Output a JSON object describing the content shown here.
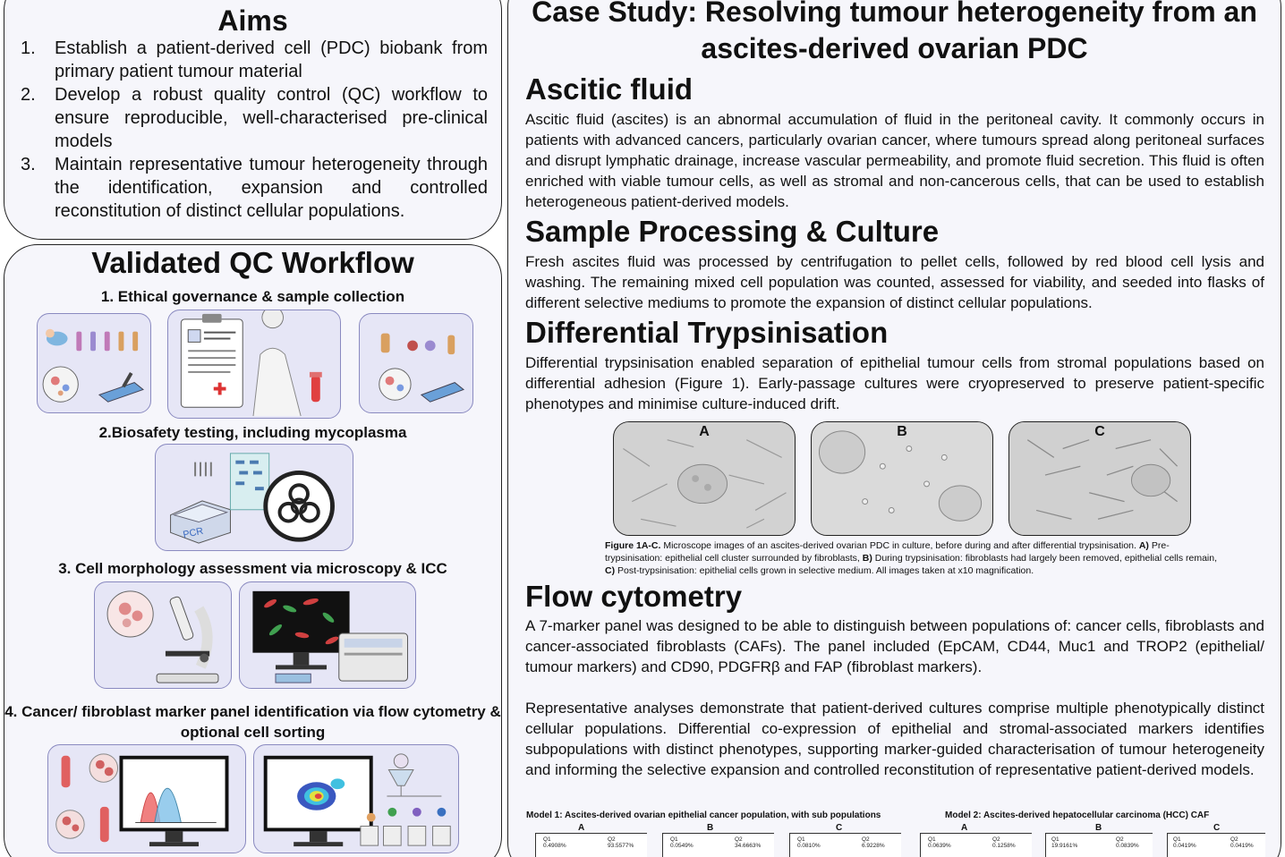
{
  "aims": {
    "title": "Aims",
    "items": [
      {
        "num": "1.",
        "text": "Establish a patient-derived cell (PDC) biobank from primary patient tumour material"
      },
      {
        "num": "2.",
        "text": "Develop a robust quality control (QC) workflow to ensure reproducible, well-characterised pre-clinical models"
      },
      {
        "num": "3.",
        "text": "Maintain representative tumour heterogeneity through the identification, expansion and controlled reconstitution of distinct cellular populations."
      }
    ]
  },
  "qc": {
    "title": "Validated QC Workflow",
    "steps": [
      "1. Ethical governance & sample collection",
      "2.Biosafety testing, including mycoplasma",
      "3. Cell morphology assessment via microscopy & ICC",
      "4. Cancer/ fibroblast marker panel identification via flow cytometry & optional cell sorting"
    ],
    "pcr_label": "PCR"
  },
  "case_study": {
    "title": "Case Study: Resolving tumour heterogeneity from an ascites-derived ovarian PDC",
    "sections": [
      {
        "heading": "Ascitic fluid",
        "body": "Ascitic fluid (ascites) is an abnormal accumulation of fluid in the peritoneal cavity. It commonly occurs in patients with advanced cancers, particularly ovarian cancer, where tumours spread along peritoneal surfaces and disrupt lymphatic drainage, increase vascular permeability, and promote fluid secretion. This fluid is often enriched with viable tumour cells, as well as stromal and non-cancerous cells, that can be used to establish heterogeneous patient-derived models."
      },
      {
        "heading": "Sample Processing & Culture",
        "body": "Fresh ascites fluid was processed by centrifugation to pellet cells, followed by red blood cell lysis and washing. The remaining mixed cell population was counted, assessed for viability, and seeded into flasks of different selective mediums to promote the expansion of distinct cellular populations."
      },
      {
        "heading": "Differential Trypsinisation",
        "body": "Differential trypsinisation enabled separation of epithelial tumour cells from stromal populations based on differential adhesion (Figure 1). Early-passage cultures were cryopreserved to preserve patient-specific phenotypes and minimise culture-induced drift."
      },
      {
        "heading": "Flow cytometry",
        "body": "A 7-marker panel was designed to be able to distinguish between populations of: cancer cells, fibroblasts and cancer-associated fibroblasts (CAFs). The panel included (EpCAM, CD44, Muc1 and TROP2 (epithelial/ tumour markers) and CD90, PDGFRβ and FAP (fibroblast markers).",
        "body2": "Representative analyses demonstrate that patient-derived cultures comprise multiple phenotypically distinct cellular populations. Differential co-expression of epithelial and stromal-associated markers identifies subpopulations with distinct phenotypes, supporting marker-guided characterisation of tumour heterogeneity and informing the selective expansion and controlled reconstitution of representative patient-derived models."
      }
    ],
    "figure": {
      "panels": [
        "A",
        "B",
        "C"
      ],
      "caption_bold": "Figure 1A-C.",
      "caption_text": " Microscope images of an ascites-derived ovarian PDC in culture, before during and after differential trypsinisation.",
      "a_bold": "A)",
      "a_text": "Pre-trypsinisation: epithelial cell cluster surrounded by fibroblasts,",
      "b_bold": "B)",
      "b_text": "During trypsinisation: fibroblasts had largely been removed, epithelial cells remain,",
      "c_bold": "C)",
      "c_text": "Post-trypsinisation: epithelial cells grown in selective medium. All images taken at x10 magnification."
    },
    "models": [
      {
        "title": "Model 1: Ascites-derived ovarian epithelial cancer population, with sub populations",
        "plots": [
          {
            "letter": "A",
            "q1": "Q1",
            "q1v": "0.4908%",
            "q2": "Q2",
            "q2v": "93.5577%"
          },
          {
            "letter": "B",
            "q1": "Q1",
            "q1v": "0.0549%",
            "q2": "Q2",
            "q2v": "34.6663%"
          },
          {
            "letter": "C",
            "q1": "Q1",
            "q1v": "0.0810%",
            "q2": "Q2",
            "q2v": "6.9228%"
          }
        ]
      },
      {
        "title": "Model 2: Ascites-derived hepatocellular carcinoma (HCC) CAF",
        "plots": [
          {
            "letter": "A",
            "q1": "Q1",
            "q1v": "0.0639%",
            "q2": "Q2",
            "q2v": "0.1258%"
          },
          {
            "letter": "B",
            "q1": "Q1",
            "q1v": "19.9161%",
            "q2": "Q2",
            "q2v": "0.0839%"
          },
          {
            "letter": "C",
            "q1": "Q1",
            "q1v": "0.0419%",
            "q2": "Q2",
            "q2v": "0.0419%"
          }
        ]
      }
    ]
  }
}
